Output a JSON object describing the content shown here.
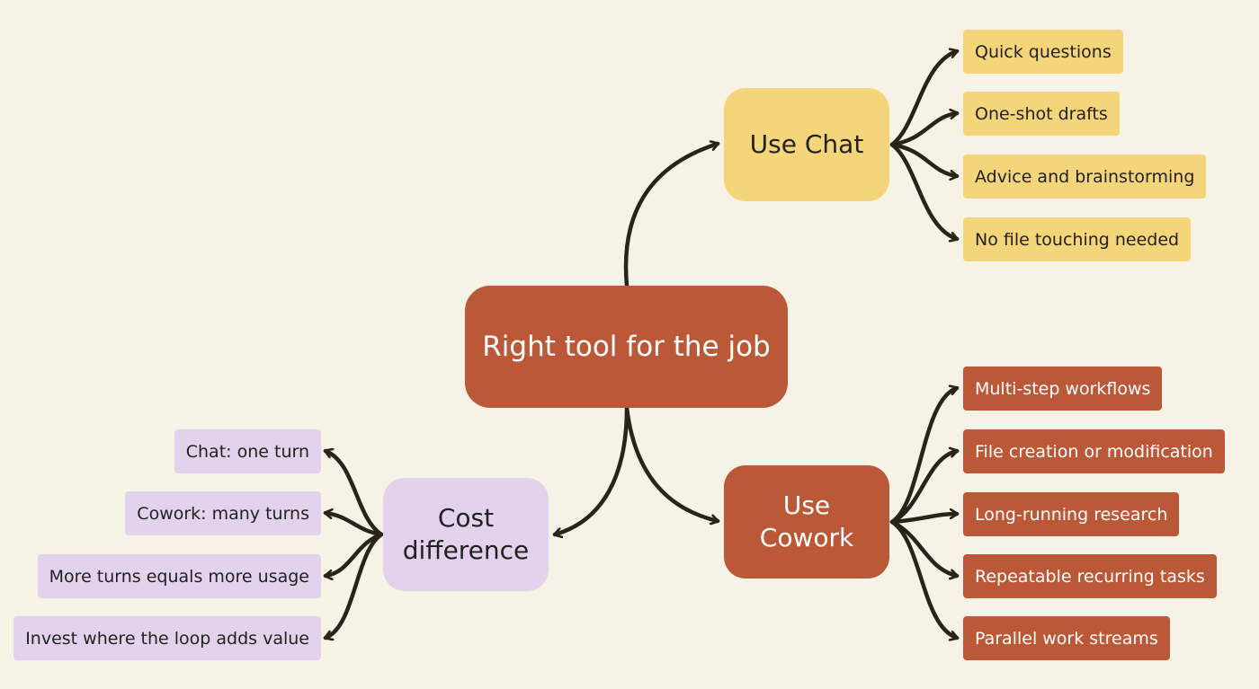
{
  "root": {
    "label": "Right tool for the job"
  },
  "branches": {
    "chat": {
      "label": "Use Chat",
      "color": "#f5d57a",
      "items": [
        {
          "label": "Quick questions"
        },
        {
          "label": "One-shot drafts"
        },
        {
          "label": "Advice and brainstorming"
        },
        {
          "label": "No file touching needed"
        }
      ]
    },
    "cowork": {
      "label_line1": "Use",
      "label_line2": "Cowork",
      "color": "#bb5838",
      "items": [
        {
          "label": "Multi-step workflows"
        },
        {
          "label": "File creation or modification"
        },
        {
          "label": "Long-running research"
        },
        {
          "label": "Repeatable recurring tasks"
        },
        {
          "label": "Parallel work streams"
        }
      ]
    },
    "cost": {
      "label_line1": "Cost",
      "label_line2": "difference",
      "color": "#e3d2ec",
      "items": [
        {
          "label": "Chat: one turn"
        },
        {
          "label": "Cowork: many turns"
        },
        {
          "label": "More turns equals more usage"
        },
        {
          "label": "Invest where the loop adds value"
        }
      ]
    }
  },
  "colors": {
    "background": "#f6f2e6",
    "connector": "#2a2418"
  }
}
